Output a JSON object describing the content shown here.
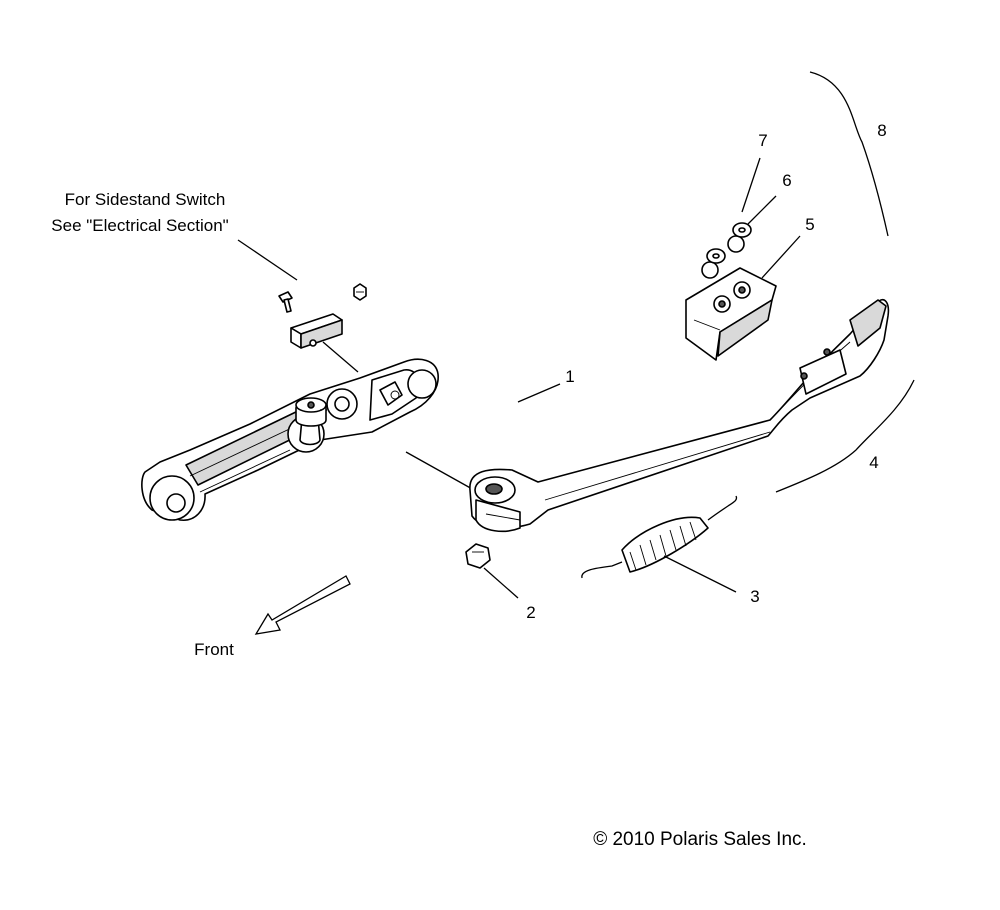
{
  "note": {
    "line1": "For Sidestand Switch",
    "line2": "See \"Electrical Section\""
  },
  "direction_label": "Front",
  "copyright": "© 2010 Polaris Sales Inc.",
  "callouts": {
    "c1": "1",
    "c2": "2",
    "c3": "3",
    "c4": "4",
    "c5": "5",
    "c6": "6",
    "c7": "7",
    "c8": "8"
  }
}
